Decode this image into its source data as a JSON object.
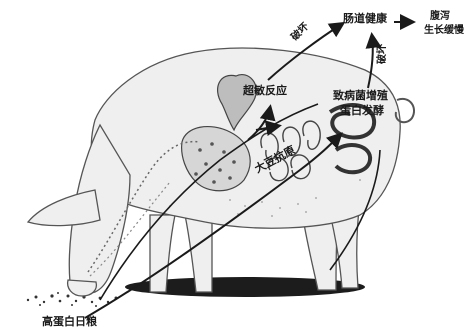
{
  "labels": {
    "intestinal_health": "肠道健康",
    "diarrhea": "腹泻",
    "slow_growth": "生长缓慢",
    "destroy_1": "破坏",
    "destroy_2": "破坏",
    "hypersensitivity": "超敏反应",
    "pathogen_proliferation": "致病菌增殖",
    "protein_fermentation": "蛋白发酵",
    "soy_antigen": "大豆抗原",
    "high_protein_diet": "高蛋白日粮"
  },
  "colors": {
    "line": "#1a1a1a",
    "body_fill": "#efefef",
    "body_stroke": "#555555",
    "organ_fill": "#bdbdbd",
    "shadow": "#1c1c1c"
  }
}
